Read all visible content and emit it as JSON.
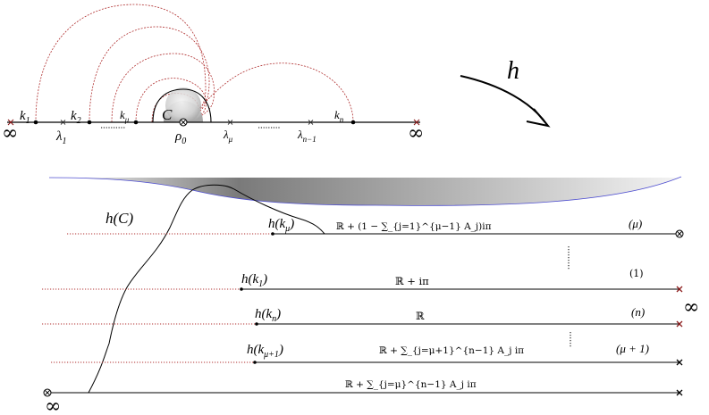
{
  "top": {
    "left_infinity": "∞",
    "right_infinity": "∞",
    "k_labels": [
      {
        "base": "k",
        "sub": "1"
      },
      {
        "base": "k",
        "sub": "2"
      },
      {
        "base": "k",
        "sub": "μ"
      },
      {
        "base": "k",
        "sub": "n"
      }
    ],
    "lambda_labels": [
      {
        "base": "λ",
        "sub": "1"
      },
      {
        "base": "λ",
        "sub": "μ"
      },
      {
        "base": "λ",
        "sub": "n−1"
      }
    ],
    "C_label": "C",
    "rho_label": {
      "base": "ρ",
      "sub": "0"
    }
  },
  "map": {
    "label": "h"
  },
  "bottom": {
    "curve_label": "h(C)",
    "left_infinity": "∞",
    "right_infinity": "∞",
    "lines": [
      {
        "h_label": {
          "pre": "h(k",
          "sub": "μ",
          "post": ")"
        },
        "formula": "ℝ + (1 − ∑_{j=1}^{μ−1} A_j)iπ",
        "index": "(μ)"
      },
      {
        "h_label": {
          "pre": "h(k",
          "sub": "1",
          "post": ")"
        },
        "formula": "ℝ + iπ",
        "index": "(1)"
      },
      {
        "h_label": {
          "pre": "h(k",
          "sub": "n",
          "post": ")"
        },
        "formula": "ℝ",
        "index": "(n)"
      },
      {
        "h_label": {
          "pre": "h(k",
          "sub": "μ+1",
          "post": ")"
        },
        "formula": "ℝ + ∑_{j=μ+1}^{n−1} A_j iπ",
        "index": "(μ + 1)"
      },
      {
        "h_label": null,
        "formula": "ℝ + ∑_{j=μ}^{n−1} A_j iπ",
        "index": ""
      }
    ]
  },
  "colors": {
    "line": "#000000",
    "dotted": "#b03030",
    "cross_red": "#8b1a1a",
    "arc_dashed": "#b03030",
    "shade_edge": "#4f4fd0"
  }
}
